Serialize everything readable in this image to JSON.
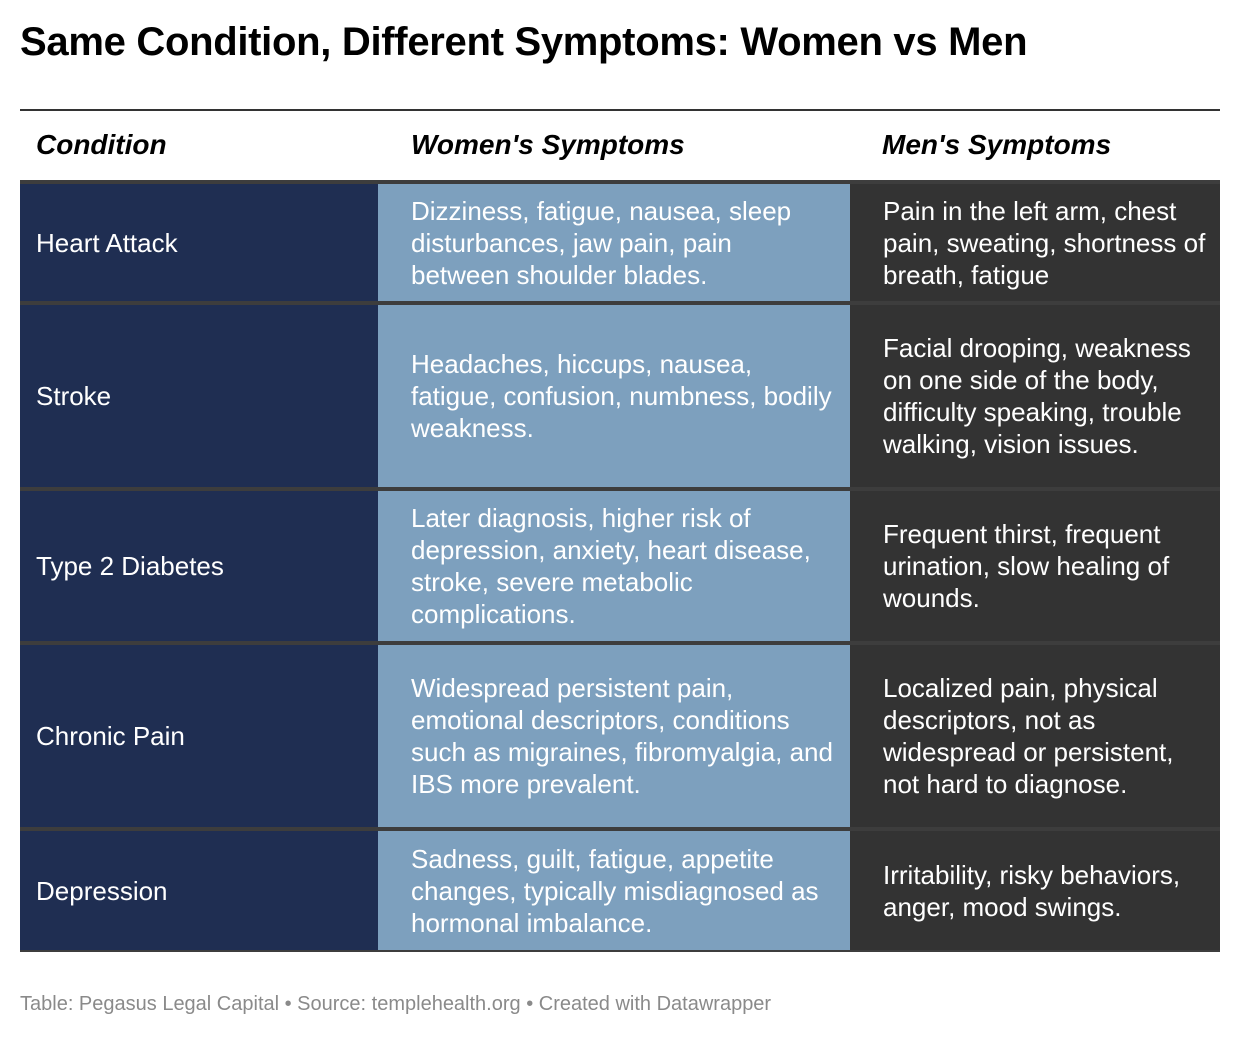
{
  "title": "Same Condition, Different Symptoms: Women vs Men",
  "footer": "Table: Pegasus Legal Capital • Source: templehealth.org • Created with Datawrapper",
  "colors": {
    "condition_column": "#1f2e52",
    "women_column": "#7da0be",
    "men_column": "#333333",
    "row_separator": "#3d3d3d"
  },
  "chart_data": {
    "type": "table",
    "columns": [
      "Condition",
      "Women's Symptoms",
      "Men's Symptoms"
    ],
    "rows": [
      {
        "condition": "Heart Attack",
        "women": "Dizziness, fatigue, nausea, sleep disturbances, jaw pain, pain between shoulder blades.",
        "men": "Pain in the left arm, chest pain, sweating, shortness of breath, fatigue"
      },
      {
        "condition": "Stroke",
        "women": "Headaches, hiccups, nausea, fatigue, confusion, numbness, bodily weakness.",
        "men": "Facial drooping, weakness on one side of the body, difficulty speaking, trouble walking, vision issues."
      },
      {
        "condition": "Type 2 Diabetes",
        "women": "Later diagnosis, higher risk of depression, anxiety, heart disease, stroke, severe metabolic complications.",
        "men": "Frequent thirst, frequent urination, slow healing of wounds."
      },
      {
        "condition": "Chronic Pain",
        "women": "Widespread persistent pain, emotional descriptors, conditions such as migraines, fibromyalgia, and IBS more prevalent.",
        "men": "Localized pain, physical descriptors, not as widespread or persistent, not hard to diagnose."
      },
      {
        "condition": "Depression",
        "women": "Sadness, guilt, fatigue, appetite changes, typically misdiagnosed as hormonal imbalance.",
        "men": "Irritability, risky behaviors, anger, mood swings."
      }
    ]
  }
}
